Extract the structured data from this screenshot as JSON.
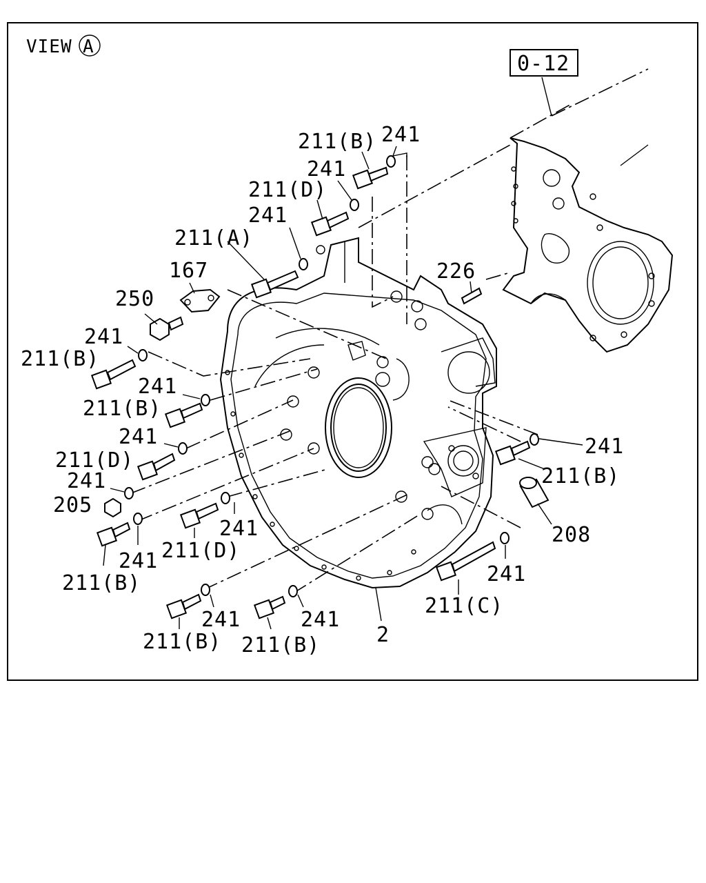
{
  "header": {
    "view_text": "VIEW",
    "view_letter": "A",
    "ref_box": "0-12"
  },
  "callouts": {
    "c_211B_top": "211(B)",
    "c_241_top": "241",
    "c_241_2": "241",
    "c_211D_top": "211(D)",
    "c_241_3": "241",
    "c_211A": "211(A)",
    "c_167": "167",
    "c_226": "226",
    "c_250": "250",
    "c_241_4": "241",
    "c_211B_left1": "211(B)",
    "c_241_5": "241",
    "c_211B_left2": "211(B)",
    "c_241_6": "241",
    "c_211D_left": "211(D)",
    "c_241_7": "241",
    "c_205": "205",
    "c_241_8": "241",
    "c_211D_mid": "211(D)",
    "c_241_9": "241",
    "c_211B_left3": "211(B)",
    "c_241_right": "241",
    "c_211B_right": "211(B)",
    "c_208": "208",
    "c_241_bot_r": "241",
    "c_211C": "211(C)",
    "c_241_bot1": "241",
    "c_241_bot2": "241",
    "c_211B_bot1": "211(B)",
    "c_211B_bot2": "211(B)",
    "c_2": "2"
  }
}
